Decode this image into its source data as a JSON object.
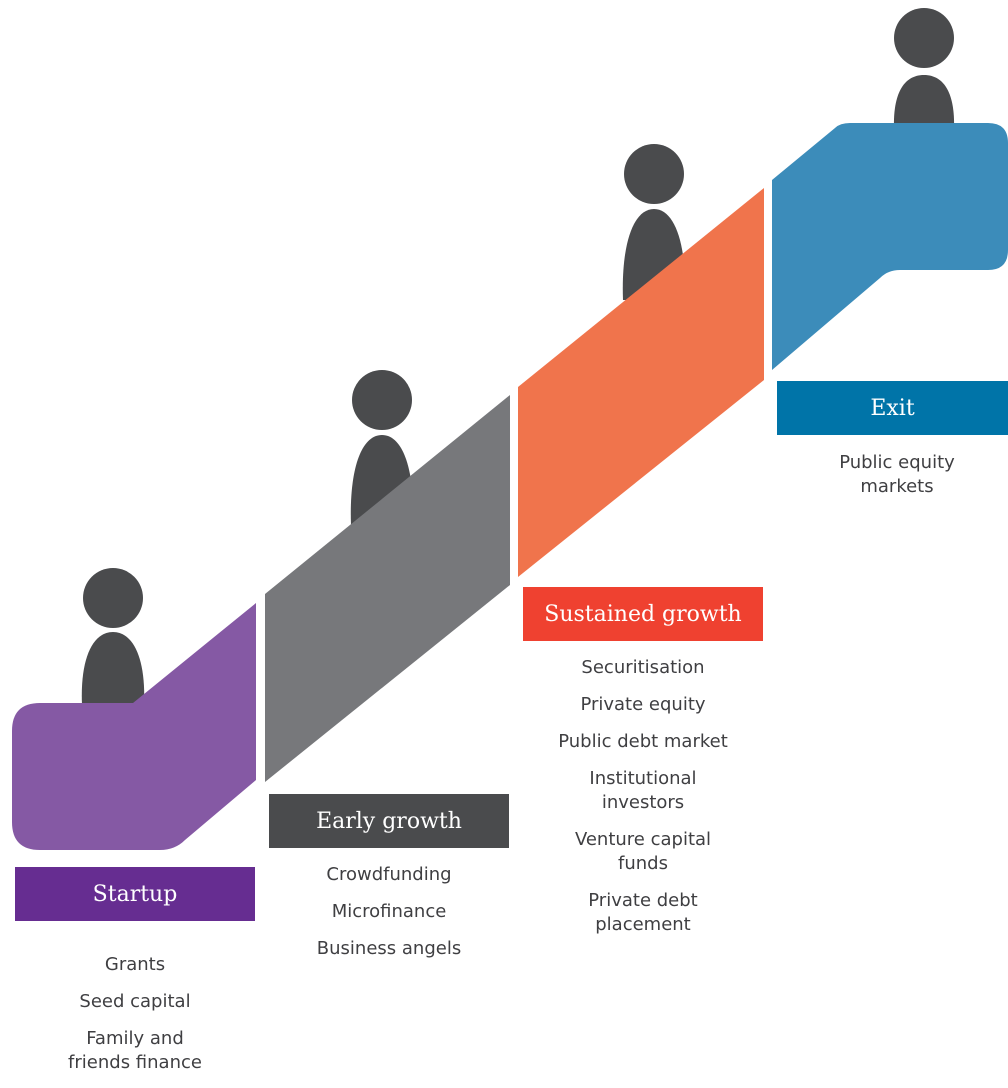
{
  "colors": {
    "person": "#4a4b4d",
    "startup_band": "#8559a4",
    "startup_label": "#662d91",
    "early_band": "#77787b",
    "early_label": "#4a4b4d",
    "sustained_band": "#f0744c",
    "sustained_label": "#ef4130",
    "exit_band": "#3c8cba",
    "exit_label": "#0074a8",
    "text": "#3f3f42"
  },
  "stages": [
    {
      "label": "Startup",
      "items": [
        "Grants",
        "Seed capital",
        "Family and friends finance"
      ]
    },
    {
      "label": "Early growth",
      "items": [
        "Crowdfunding",
        "Microfinance",
        "Business angels"
      ]
    },
    {
      "label": "Sustained growth",
      "items": [
        "Securitisation",
        "Private equity",
        "Public debt market",
        "Institutional investors",
        "Venture capital funds",
        "Private debt placement"
      ]
    },
    {
      "label": "Exit",
      "items": [
        "Public equity markets"
      ]
    }
  ]
}
